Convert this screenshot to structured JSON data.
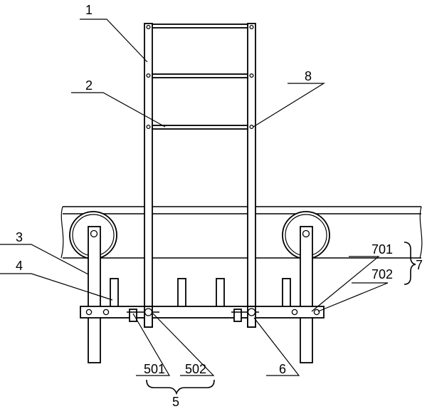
{
  "figure": {
    "labels": {
      "l1": "1",
      "l2": "2",
      "l3": "3",
      "l4": "4",
      "l5": "5",
      "l501": "501",
      "l502": "502",
      "l6": "6",
      "l7": "7",
      "l701": "701",
      "l702": "702",
      "l8": "8"
    }
  }
}
